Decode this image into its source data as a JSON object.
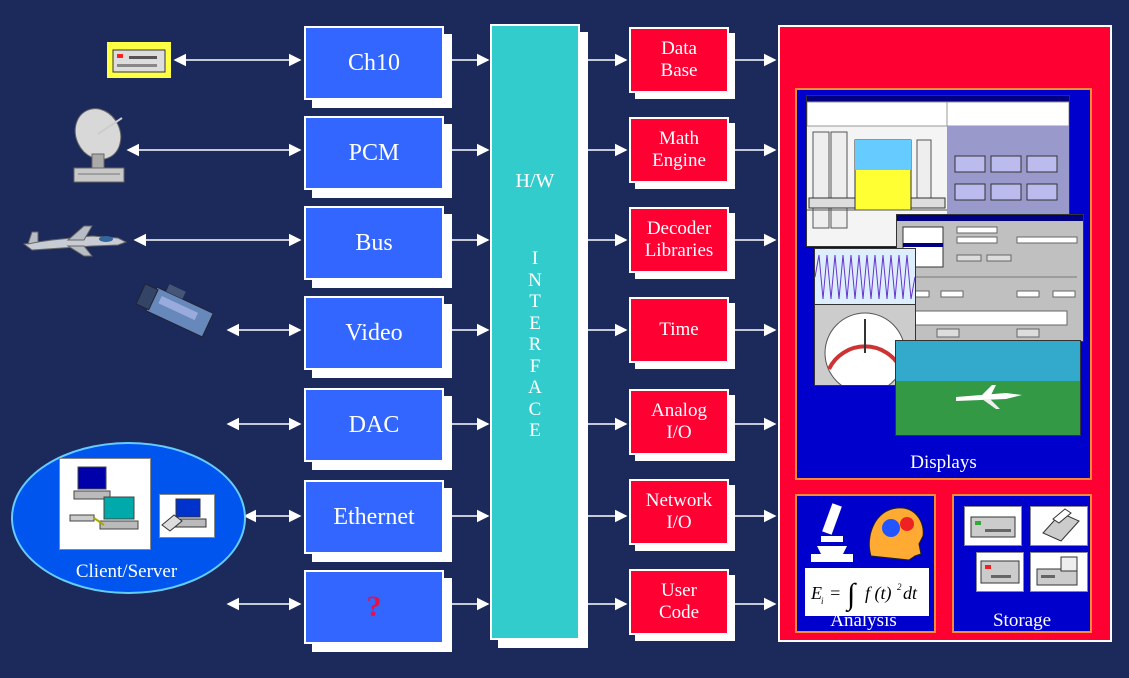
{
  "inputs": [
    {
      "label": "Ch10"
    },
    {
      "label": "PCM"
    },
    {
      "label": "Bus"
    },
    {
      "label": "Video"
    },
    {
      "label": "DAC"
    },
    {
      "label": "Ethernet"
    },
    {
      "label": "?"
    }
  ],
  "interface": {
    "hw": "H/W",
    "word": [
      "I",
      "N",
      "T",
      "E",
      "R",
      "F",
      "A",
      "C",
      "E"
    ]
  },
  "modules": [
    {
      "line1": "Data",
      "line2": "Base"
    },
    {
      "line1": "Math",
      "line2": "Engine"
    },
    {
      "line1": "Decoder",
      "line2": "Libraries"
    },
    {
      "line1": "Time",
      "line2": ""
    },
    {
      "line1": "Analog",
      "line2": "I/O"
    },
    {
      "line1": "Network",
      "line2": "I/O"
    },
    {
      "line1": "User",
      "line2": "Code"
    }
  ],
  "outputs": {
    "displays": "Displays",
    "analysis": "Analysis",
    "storage": "Storage"
  },
  "client": {
    "label": "Client/Server"
  },
  "colors": {
    "background": "#1b2a5a",
    "input_box": "#3366ff",
    "module_box": "#ff0033",
    "interface": "#33cccc",
    "panel": "#0000cc"
  }
}
